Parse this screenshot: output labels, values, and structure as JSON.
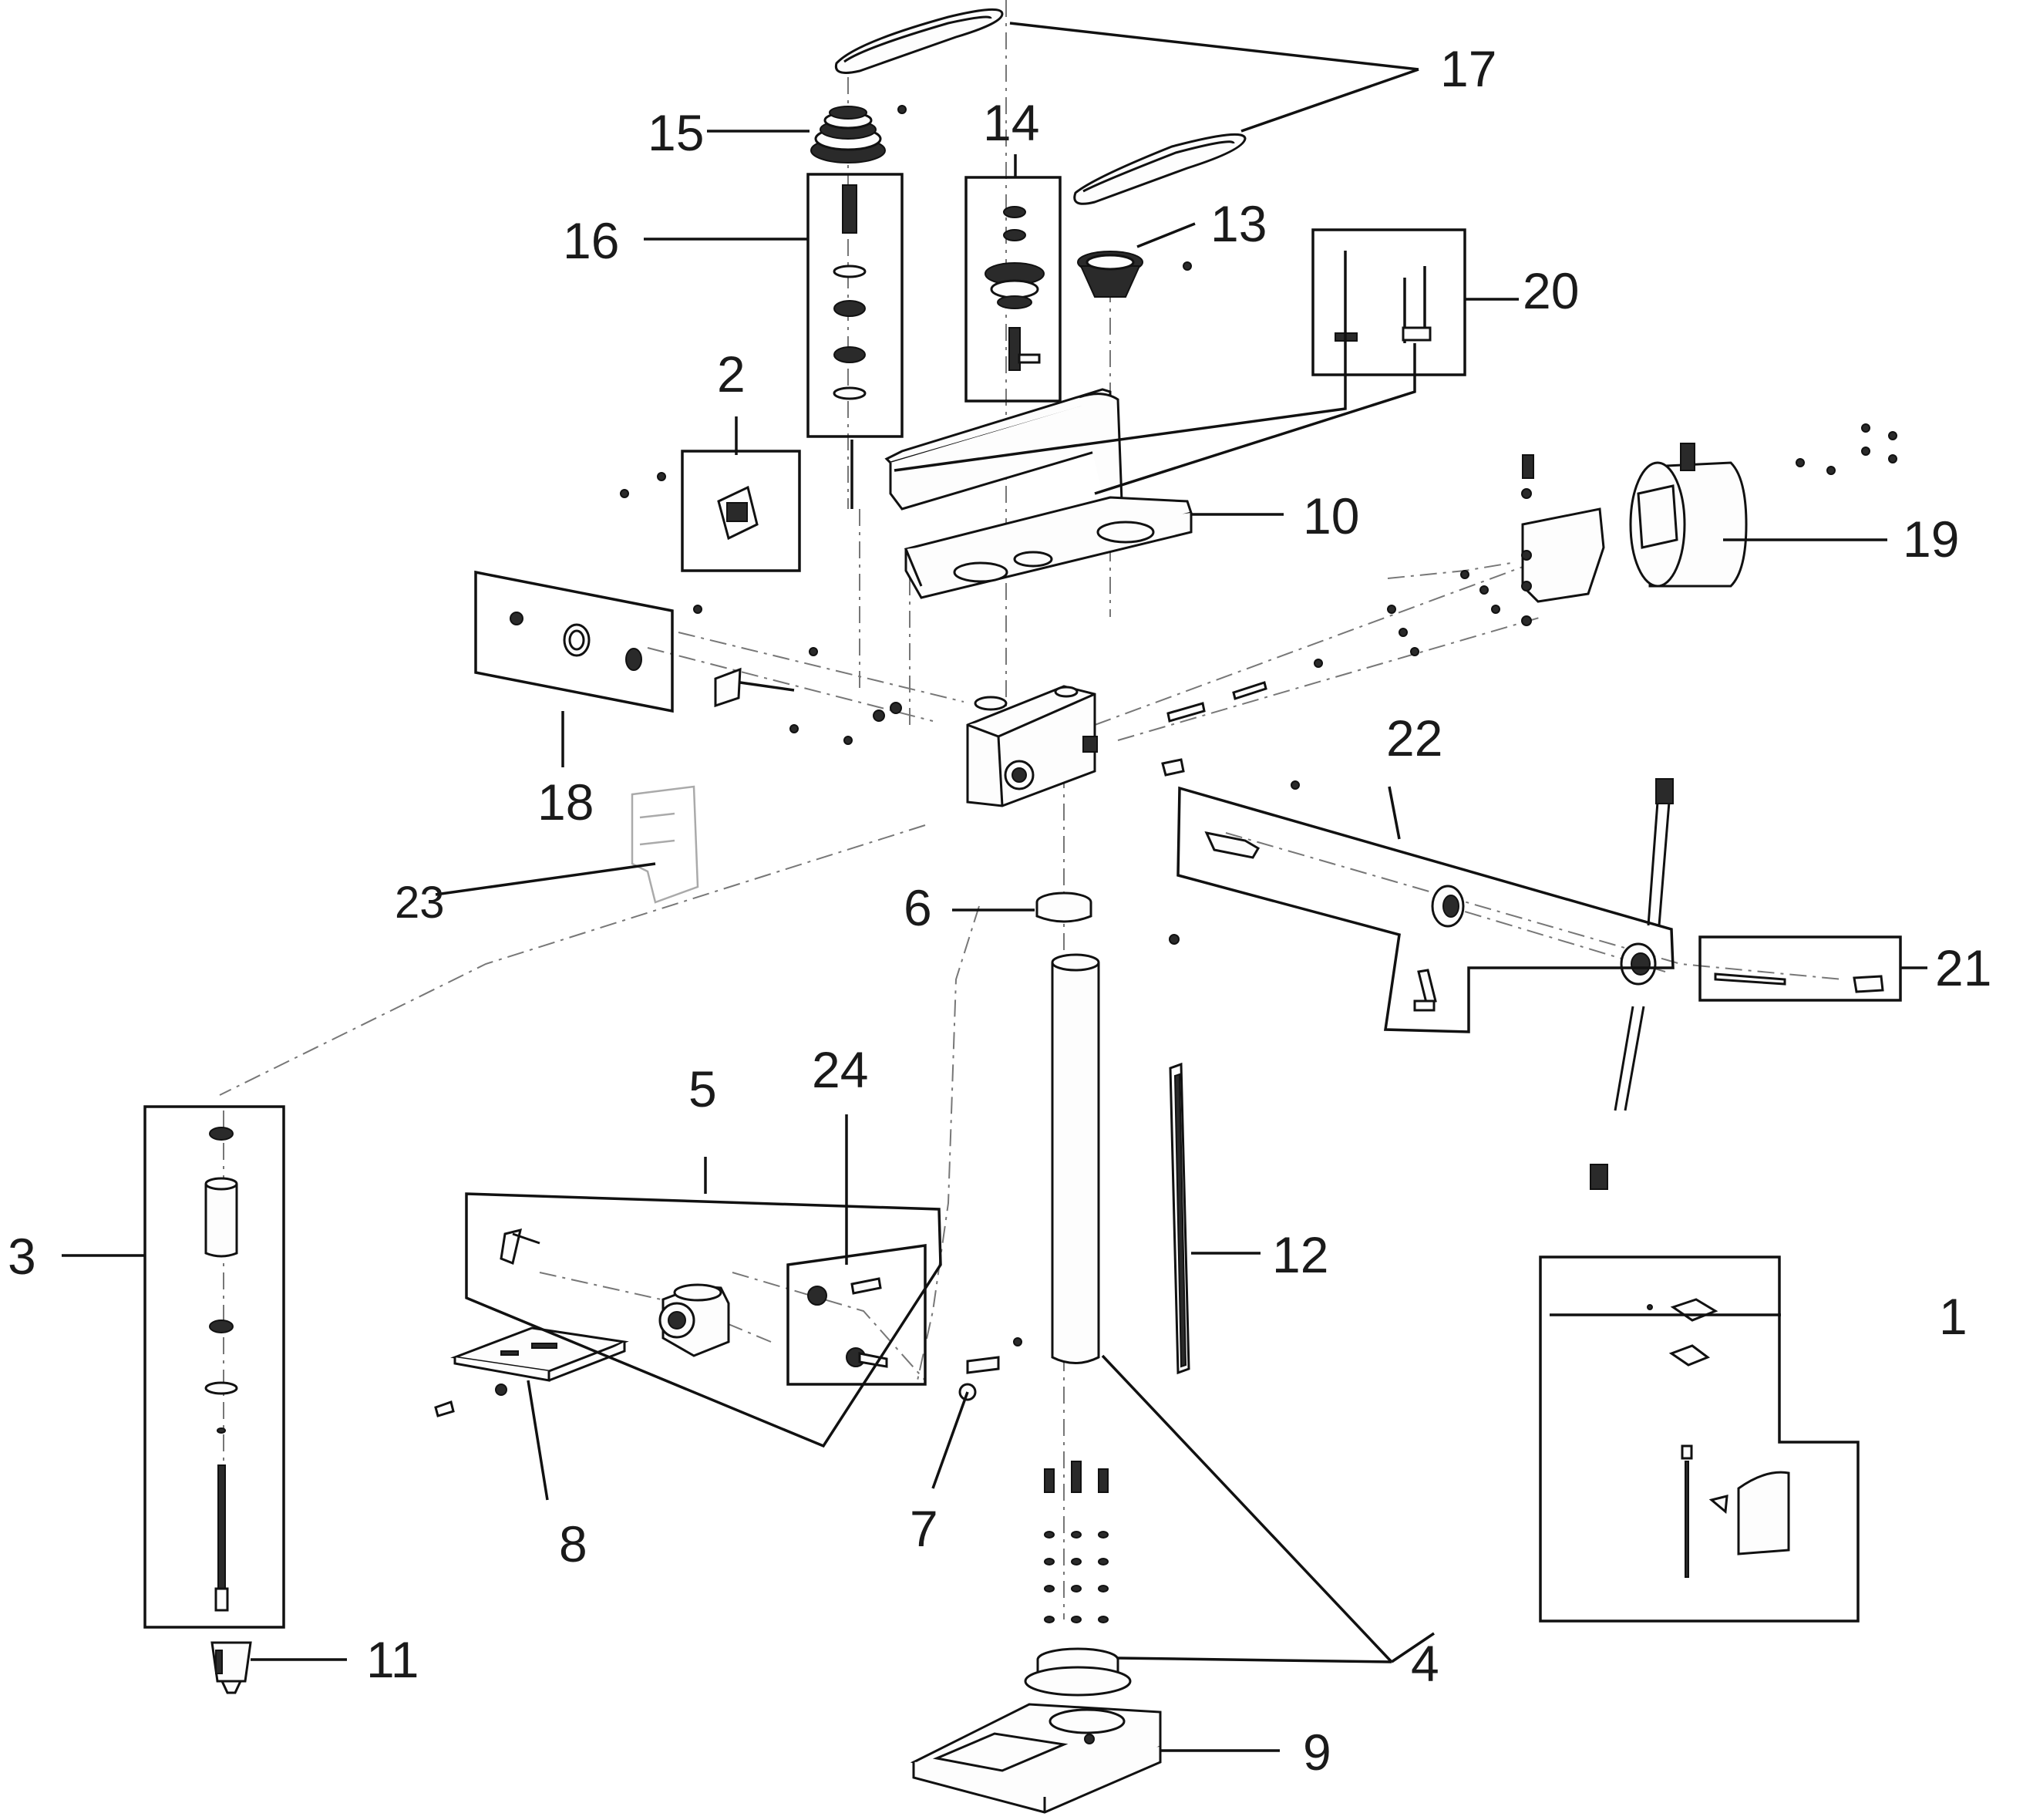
{
  "diagram": {
    "part_labels": [
      "1",
      "2",
      "3",
      "4",
      "5",
      "6",
      "7",
      "8",
      "9",
      "10",
      "11",
      "12",
      "13",
      "14",
      "15",
      "16",
      "17",
      "18",
      "19",
      "20",
      "21",
      "22",
      "23",
      "24"
    ]
  },
  "colors": {
    "line": "#111111",
    "background": "#ffffff",
    "dash": "#777777"
  }
}
